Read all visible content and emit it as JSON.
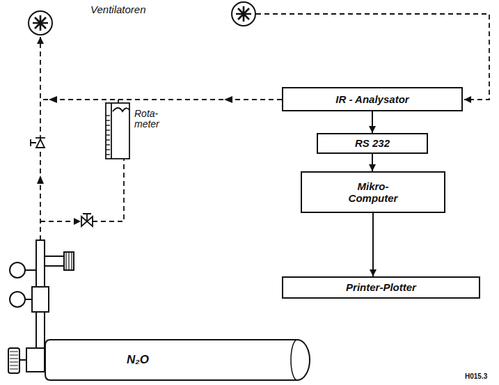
{
  "diagram": {
    "nodes": [
      {
        "text": [
          "IR - Analysator"
        ]
      },
      {
        "text": [
          "RS 232"
        ]
      },
      {
        "text": [
          "Mikro- Computer"
        ]
      },
      {
        "text": [
          "Printer-Plotter"
        ]
      },
      {
        "text": [
          "N₂O"
        ]
      }
    ],
    "edges": [
      {
        "from": 0,
        "to": 1,
        "arrow": "to"
      },
      {
        "from": 1,
        "to": 2,
        "arrow": "to"
      },
      {
        "from": 2,
        "to": 3,
        "arrow": "to"
      }
    ],
    "labels": [
      "Ventilatoren",
      "Rota- meter",
      "H015.3"
    ]
  }
}
